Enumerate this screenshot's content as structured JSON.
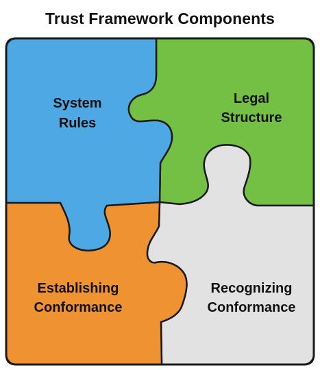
{
  "title": "Trust Framework Components",
  "pieces": {
    "system_rules": {
      "line1": "System",
      "line2": "Rules",
      "color": "#4ea8e4"
    },
    "legal_structure": {
      "line1": "Legal",
      "line2": "Structure",
      "color": "#74c044"
    },
    "establishing_conformance": {
      "line1": "Establishing",
      "line2": "Conformance",
      "color": "#ef9232"
    },
    "recognizing_conformance": {
      "line1": "Recognizing",
      "line2": "Conformance",
      "color": "#e2e2e2"
    }
  }
}
